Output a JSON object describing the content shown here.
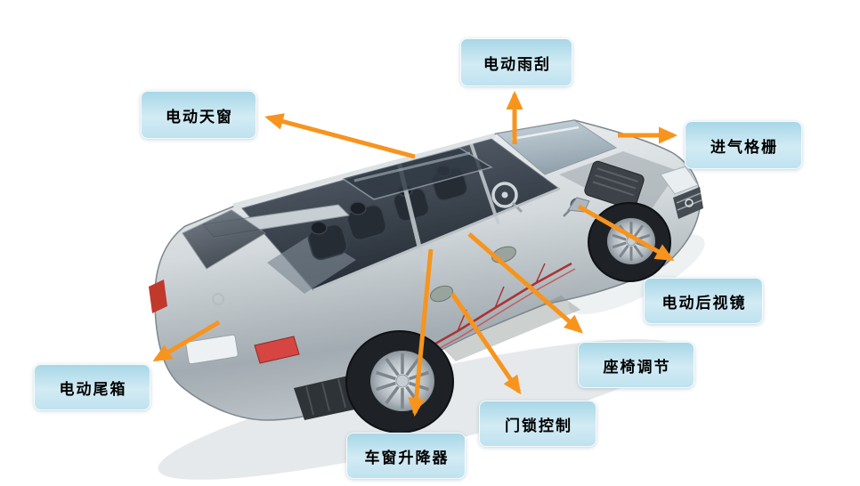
{
  "colors": {
    "arrow": "#f7941e",
    "label_top": "#a8d7e7",
    "label_mid": "#d2ebf4",
    "label_bottom": "#bfe2ef",
    "label_text": "#000000",
    "background": "#ffffff"
  },
  "labels": [
    {
      "id": "electric-wiper",
      "text": "电动雨刮"
    },
    {
      "id": "electric-sunroof",
      "text": "电动天窗"
    },
    {
      "id": "intake-grille",
      "text": "进气格栅"
    },
    {
      "id": "electric-side-mirror",
      "text": "电动后视镜"
    },
    {
      "id": "seat-adjustment",
      "text": "座椅调节"
    },
    {
      "id": "door-lock-control",
      "text": "门锁控制"
    },
    {
      "id": "window-lifter",
      "text": "车窗升降器"
    },
    {
      "id": "electric-tailgate",
      "text": "电动尾箱"
    }
  ]
}
